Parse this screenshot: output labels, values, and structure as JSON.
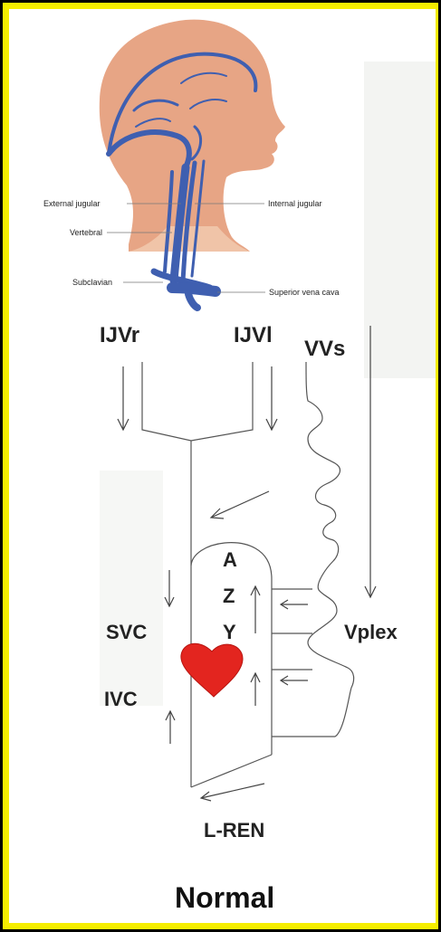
{
  "anatomy_labels": {
    "external_jugular": "External jugular",
    "internal_jugular": "Internal jugular",
    "vertebral": "Vertebral",
    "subclavian": "Subclavian",
    "superior_vena_cava": "Superior vena cava"
  },
  "diagram_labels": {
    "ijvr": "IJVr",
    "ijvl": "IJVl",
    "vvs": "VVs",
    "svc": "SVC",
    "ivc": "IVC",
    "azy_a": "A",
    "azy_z": "Z",
    "azy_y": "Y",
    "vplex": "Vplex",
    "l_ren": "L-REN"
  },
  "caption": "Normal",
  "colors": {
    "border": "#f6ee00",
    "vein": "#3f5fb0",
    "skin": "#e7a585",
    "heart": "#e3251f"
  }
}
